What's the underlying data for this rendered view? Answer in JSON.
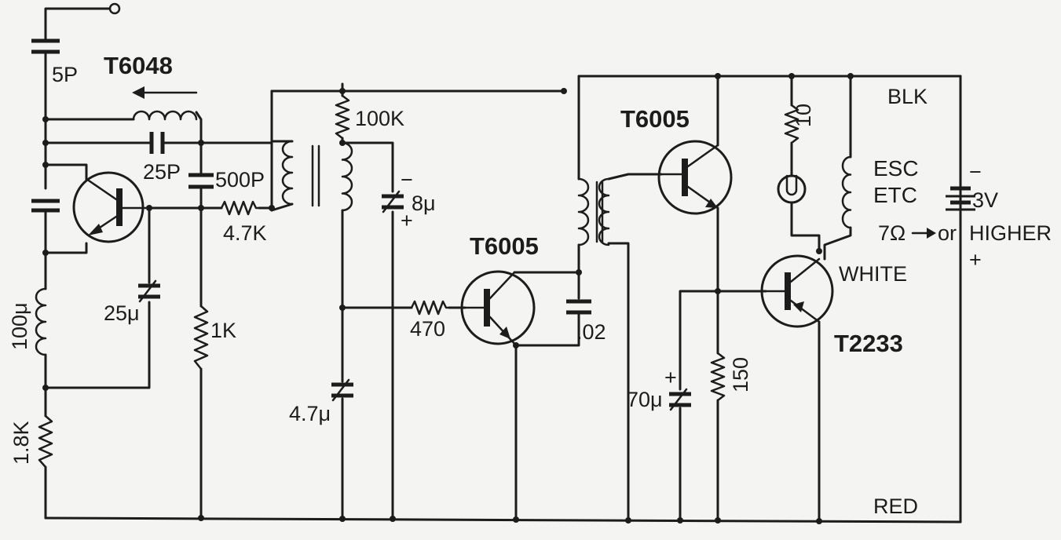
{
  "labels": {
    "c_5p": "5P",
    "t6048": "T6048",
    "c_25p": "25P",
    "c_500p": "500P",
    "r_47k": "4.7K",
    "r_100k": "100K",
    "c_8u": "8μ",
    "c_8u_minus": "−",
    "c_8u_plus": "+",
    "t6005_top": "T6005",
    "blk": "BLK",
    "r_10": "10",
    "esc": "ESC",
    "etc": "ETC",
    "batt_minus": "−",
    "batt_3v": "3V",
    "seven_ohm": "7Ω",
    "or": "or",
    "higher": "HIGHER",
    "batt_plus": "+",
    "white": "WHITE",
    "t6005_mid": "T6005",
    "c_25u": "25μ",
    "r_1k": "1K",
    "l_100u": "100μ",
    "r_470": "470",
    "c_02": ".02",
    "t2233": "T2233",
    "c_70u": "70μ",
    "c_70u_plus": "+",
    "r_150": "150",
    "c_47u": "4.7μ",
    "r_18k": "1.8K",
    "red": "RED"
  }
}
